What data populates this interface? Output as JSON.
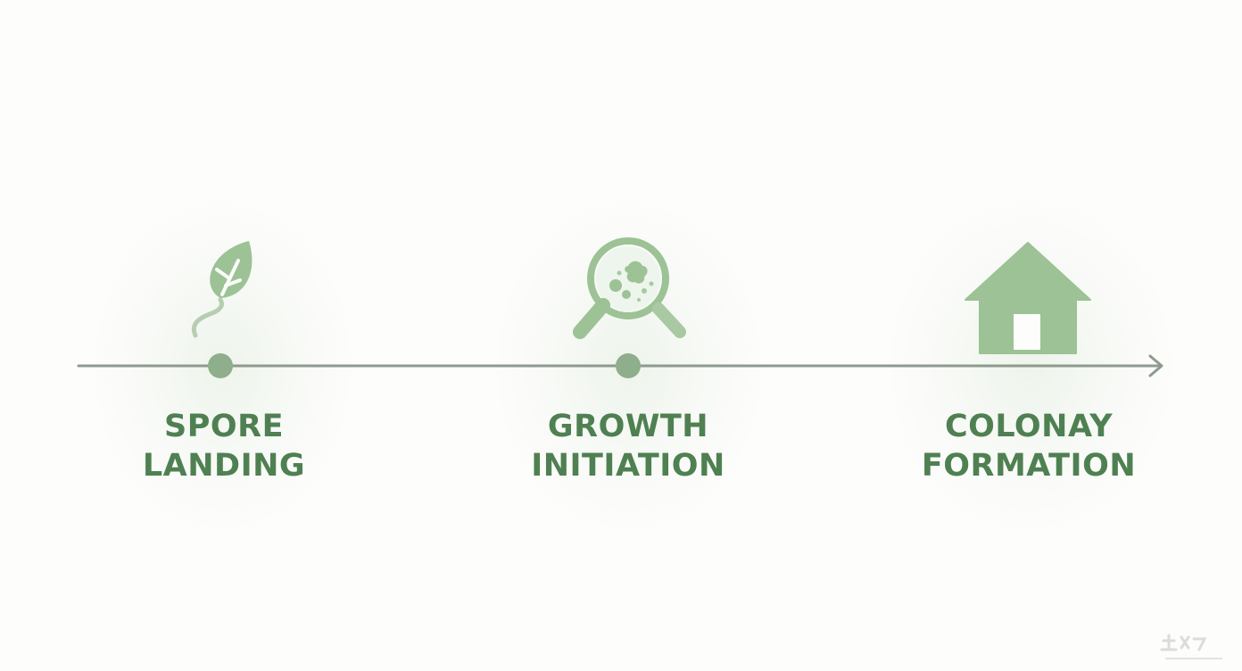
{
  "colors": {
    "background": "#fdfdfc",
    "line": "#8e9a8f",
    "node": "#8fae8c",
    "icon": "#9cc295",
    "label": "#4f8052"
  },
  "stages": [
    {
      "line1": "SPORE",
      "line2": "LANDING",
      "icon": "sprouting-leaf-icon"
    },
    {
      "line1": "GROWTH",
      "line2": "INITIATION",
      "icon": "magnifier-with-mold-icon"
    },
    {
      "line1": "COLONAY",
      "line2": "FORMATION",
      "icon": "house-icon"
    }
  ]
}
